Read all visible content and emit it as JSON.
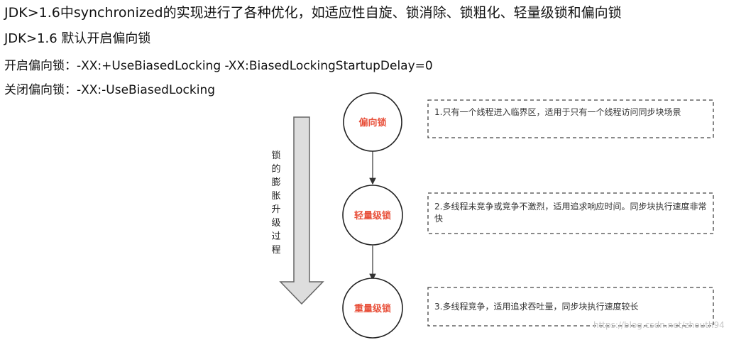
{
  "header": {
    "line1": "JDK>1.6中synchronized的实现进行了各种优化，如适应性自旋、锁消除、锁粗化、轻量级锁和偏向锁",
    "line2": "JDK>1.6 默认开启偏向锁",
    "line3": "开启偏向锁：-XX:+UseBiasedLocking -XX:BiasedLockingStartupDelay=0",
    "line4": "关闭偏向锁：-XX:-UseBiasedLocking"
  },
  "arrow_label": "锁的膨胀升级过程",
  "nodes": [
    {
      "label": "偏向锁",
      "desc": "1.只有一个线程进入临界区，适用于只有一个线程访问同步块场景"
    },
    {
      "label": "轻量级锁",
      "desc": "2.多线程未竞争或竞争不激烈，适用追求响应时间。同步块执行速度非常快"
    },
    {
      "label": "重量级锁",
      "desc": "3.多线程竞争，适用追求吞吐量，同步块执行速度较长"
    }
  ],
  "watermark": "https://blog.csdn.net/zhouth94",
  "colors": {
    "node_label": "#e8503a",
    "arrow_fill": "#dddddd",
    "arrow_stroke": "#666666"
  }
}
